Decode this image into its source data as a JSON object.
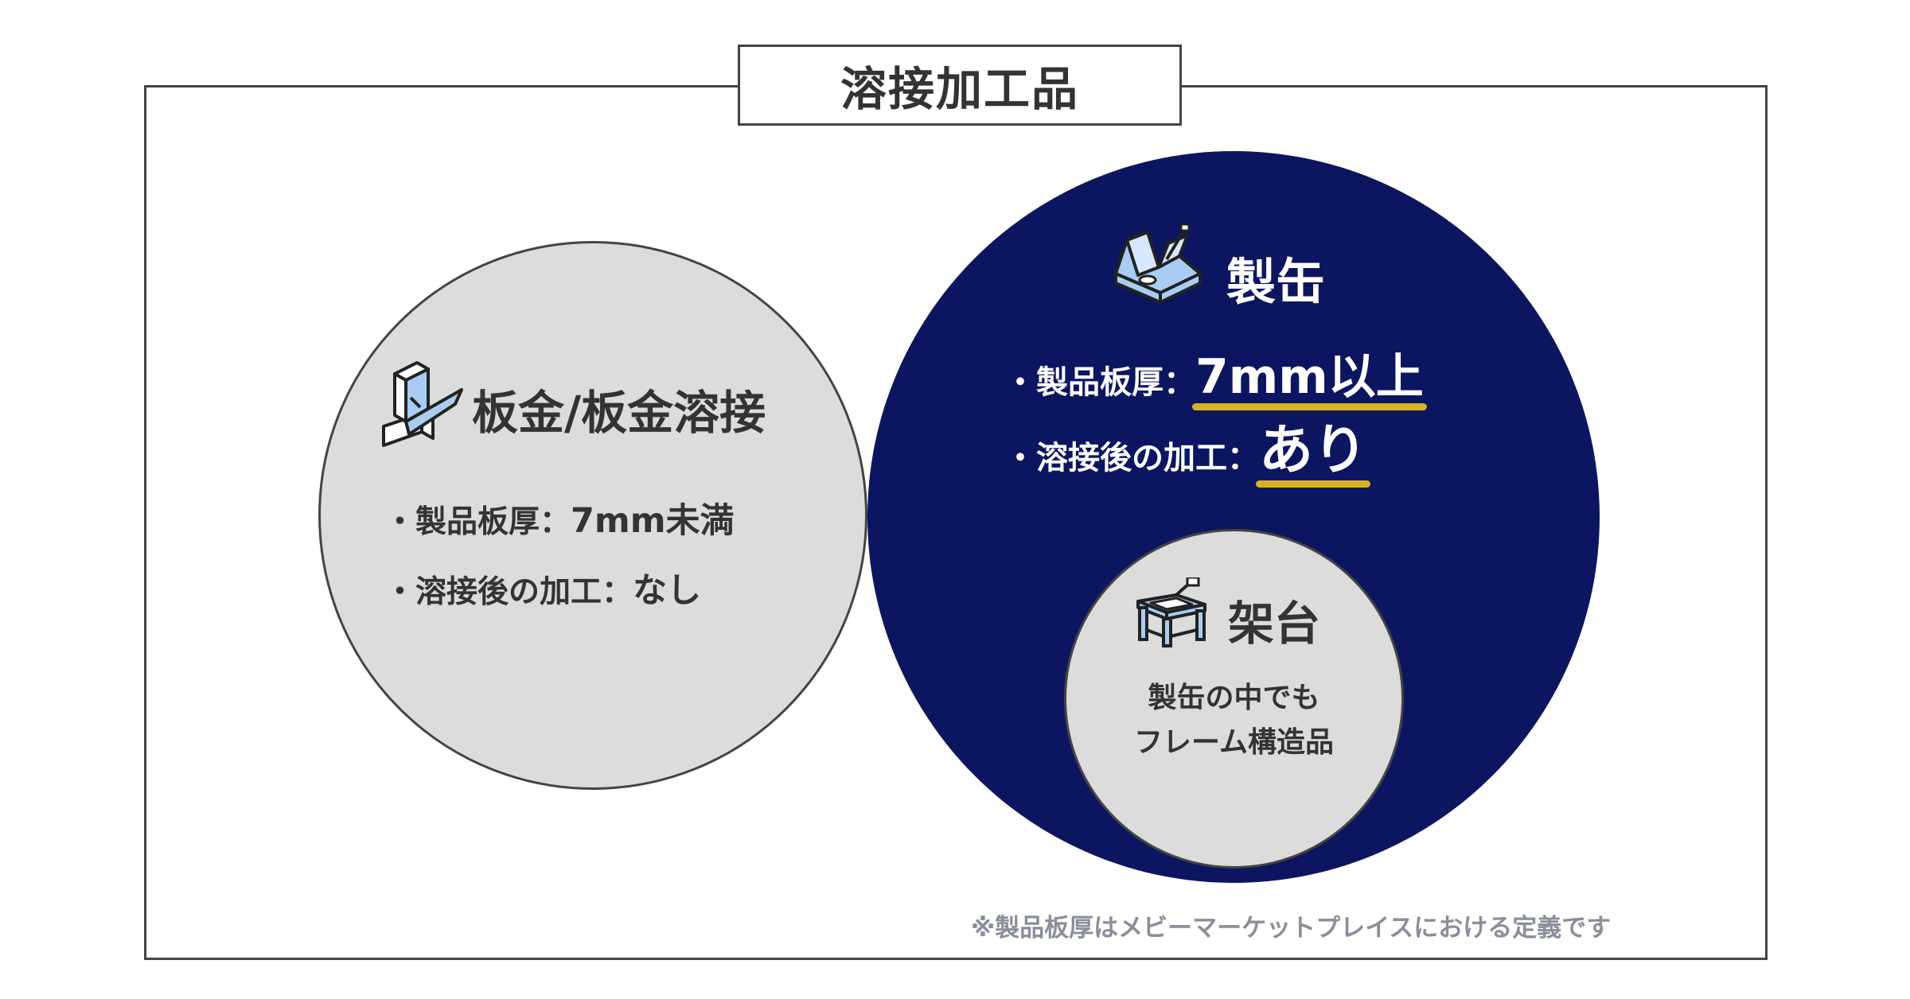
{
  "title": "溶接加工品",
  "sheet_metal": {
    "title": "板金/板金溶接",
    "icon": "sheet-metal-bending-icon",
    "bullets": [
      {
        "label": "・製品板厚：",
        "value": "7mm未満"
      },
      {
        "label": "・溶接後の加工：",
        "value": "なし"
      }
    ]
  },
  "can_making": {
    "title": "製缶",
    "icon": "welded-block-icon",
    "bullets": [
      {
        "label": "・製品板厚：",
        "value": "7mm以上"
      },
      {
        "label": "・溶接後の加工：",
        "value": "あり"
      }
    ]
  },
  "frame_stand": {
    "title": "架台",
    "icon": "frame-stand-icon",
    "description_lines": [
      "製缶の中でも",
      "フレーム構造品"
    ]
  },
  "footnote": "※製品板厚はメビーマーケットプレイスにおける定義です",
  "colors": {
    "navy": "#0c1660",
    "gray_circle": "#dcdcdc",
    "highlight": "#d8b222",
    "icon_blue": "#a9cdf2",
    "border": "#444444"
  }
}
